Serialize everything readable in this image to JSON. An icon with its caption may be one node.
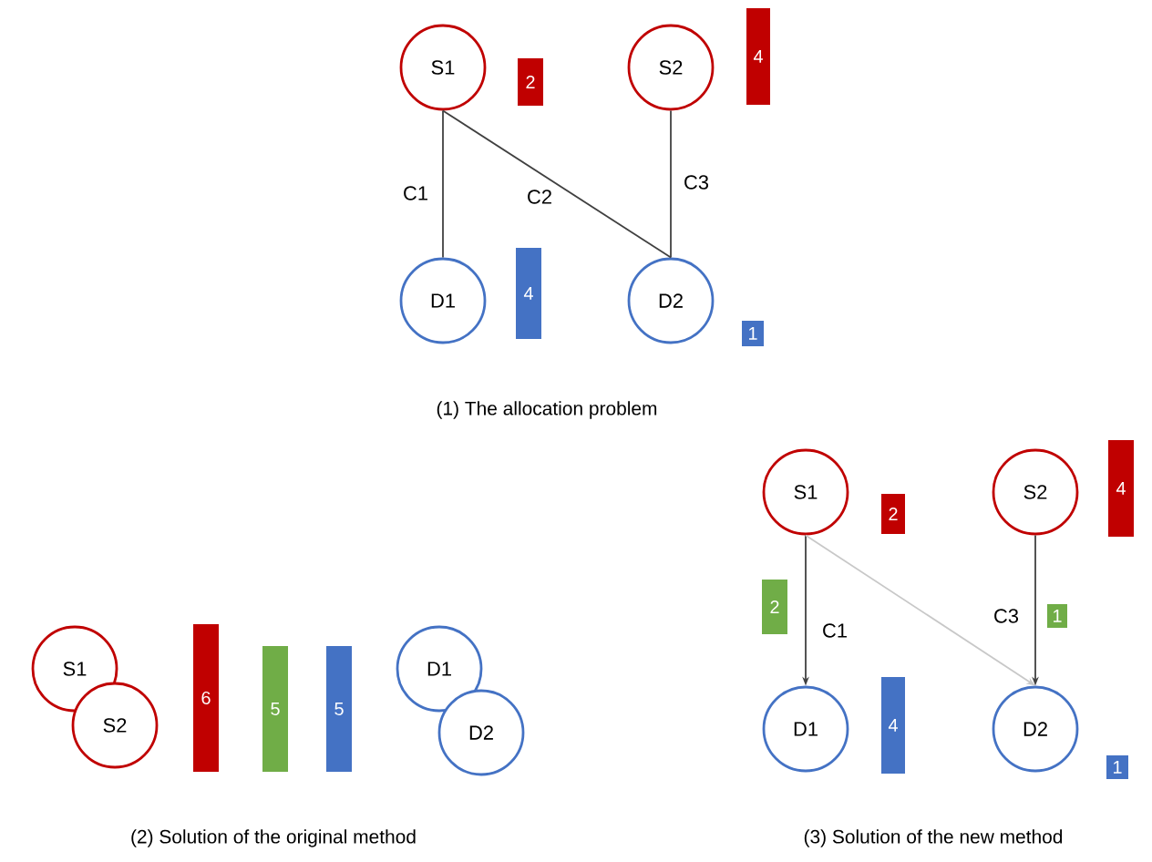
{
  "diagram": {
    "nodes": [
      {
        "text": [
          "S1"
        ]
      },
      {
        "text": [
          "2"
        ]
      },
      {
        "text": [
          "S2"
        ]
      },
      {
        "text": [
          "4"
        ]
      },
      {
        "text": [
          "D1"
        ]
      },
      {
        "text": [
          "4"
        ]
      },
      {
        "text": [
          "D2"
        ]
      },
      {
        "text": [
          "1"
        ]
      },
      {
        "text": [
          "S1"
        ]
      },
      {
        "text": [
          "S2"
        ]
      },
      {
        "text": [
          "6"
        ]
      },
      {
        "text": [
          "5"
        ]
      },
      {
        "text": [
          "5"
        ]
      },
      {
        "text": [
          "D1"
        ]
      },
      {
        "text": [
          "D2"
        ]
      },
      {
        "text": [
          "S1"
        ]
      },
      {
        "text": [
          "2"
        ]
      },
      {
        "text": [
          "S2"
        ]
      },
      {
        "text": [
          "4"
        ]
      },
      {
        "text": [
          "2"
        ]
      },
      {
        "text": [
          "1"
        ]
      },
      {
        "text": [
          "D1"
        ]
      },
      {
        "text": [
          "4"
        ]
      },
      {
        "text": [
          "D2"
        ]
      },
      {
        "text": [
          "1"
        ]
      }
    ],
    "edges": [
      {
        "from": 0,
        "to": 4,
        "arrow": "none",
        "label": "C1"
      },
      {
        "from": 0,
        "to": 6,
        "arrow": "none",
        "label": "C2"
      },
      {
        "from": 2,
        "to": 6,
        "arrow": "none",
        "label": "C3"
      },
      {
        "from": 15,
        "to": 21,
        "arrow": "to",
        "label": "C1"
      },
      {
        "from": 15,
        "to": 23,
        "arrow": "to",
        "color": "#c8c8c8"
      },
      {
        "from": 17,
        "to": 23,
        "arrow": "to",
        "label": "C3"
      }
    ],
    "labels": [
      "(1) The allocation problem",
      "(2) Solution of the original method",
      "(3) Solution of the new method"
    ]
  }
}
